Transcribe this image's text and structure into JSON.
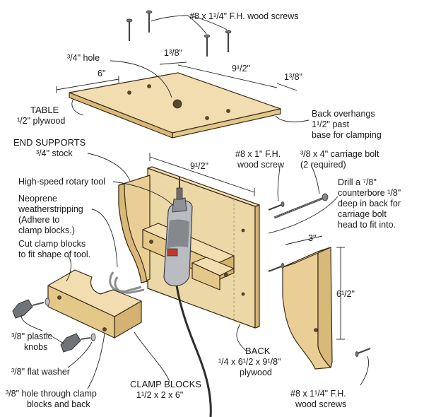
{
  "colors": {
    "wood_top": "#f1ddb0",
    "wood_face": "#e9cf95",
    "wood_dark": "#d8b97a",
    "plywood_back": "#ecd7a6",
    "tool_body": "#b9bcc0",
    "tool_dark": "#5b5f63",
    "tool_accent": "#c0392b",
    "neoprene": "#8a8d90",
    "knob": "#6f7478",
    "line": "#1a1a1a"
  },
  "labels": {
    "screws_top": "#8 x 1¹/4\" F.H. wood screws",
    "hole": "³/4\" hole",
    "dim_6": "6\"",
    "dim_1_3_8_top": "1³/8\"",
    "dim_9_1_2_top": "9¹/2\"",
    "dim_1_3_8_right": "1³/8\"",
    "table_line1": "TABLE",
    "table_line2": "¹/2\" plywood",
    "back_overhangs_line1": "Back overhangs",
    "back_overhangs_line2": "1¹/2\" past",
    "back_overhangs_line3": "base for clamping",
    "end_supports_line1": "END SUPPORTS",
    "end_supports_line2": "³/4\" stock",
    "dim_9_1_2_back": "9¹/2\"",
    "screw_1in_line1": "#8 x 1\" F.H.",
    "screw_1in_line2": "wood screw",
    "carriage_line1": "³/8 x 4\" carriage bolt",
    "carriage_line2": "(2 required)",
    "rotary_tool": "High-speed rotary tool",
    "neoprene_line1": "Neoprene",
    "neoprene_line2": "weatherstripping",
    "neoprene_line3": "(Adhere to",
    "neoprene_line4": "clamp blocks.)",
    "drill_line1": "Drill a ⁷/8\"",
    "drill_line2": "counterbore ¹/8\"",
    "drill_line3": "deep in back for",
    "drill_line4": "carriage bolt",
    "drill_line5": "head to fit into.",
    "cut_line1": "Cut clamp blocks",
    "cut_line2": "to fit shape of tool.",
    "dim_3": "3\"",
    "dim_6_1_2": "6¹/2\"",
    "knobs_line1": "³/8\" plastic",
    "knobs_line2": "knobs",
    "washer": "³/8\" flat washer",
    "back_line1": "BACK",
    "back_line2": "¹/4 x 6¹/2 x 9¹/8\"",
    "back_line3": "plywood",
    "hole_through_line1": "³/8\" hole through clamp",
    "hole_through_line2": "blocks and back",
    "clamp_line1": "CLAMP BLOCKS",
    "clamp_line2": "1¹/2 x 2 x 6\"",
    "screws_bottom_line1": "#8 x 1¹/4\" F.H.",
    "screws_bottom_line2": "wood screws"
  }
}
